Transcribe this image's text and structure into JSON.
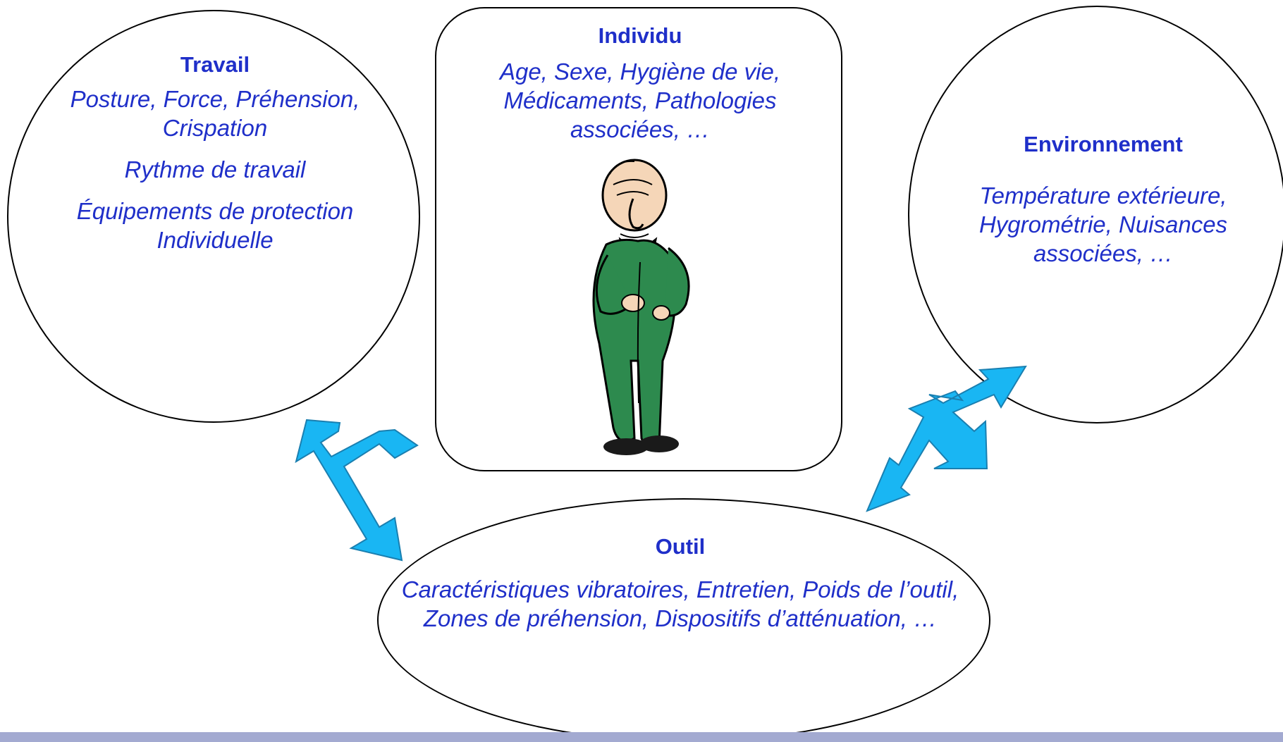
{
  "travail": {
    "title": "Travail",
    "lines": [
      "Posture, Force, Préhension, Crispation",
      "Rythme de travail",
      "Équipements de protection Individuelle"
    ]
  },
  "individu": {
    "title": "Individu",
    "text": "Age, Sexe, Hygiène de vie, Médicaments, Pathologies associées, …"
  },
  "environnement": {
    "title": "Environnement",
    "text": "Température extérieure, Hygrométrie, Nuisances associées, …"
  },
  "outil": {
    "title": "Outil",
    "text": "Caractéristiques vibratoires, Entretien, Poids de l’outil, Zones de préhension, Dispositifs d’atténuation, …"
  },
  "colors": {
    "text": "#1f2fc9",
    "arrow": "#19b6f3",
    "bar": "#a3aad1"
  }
}
